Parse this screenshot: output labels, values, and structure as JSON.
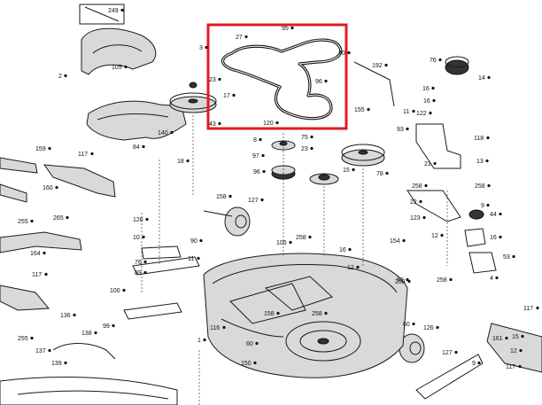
{
  "highlight_color": "#e21b22",
  "callouts": [
    "249",
    "105",
    "2",
    "140",
    "159",
    "117",
    "160",
    "255",
    "265",
    "164",
    "117",
    "255",
    "136",
    "137",
    "139",
    "138",
    "100",
    "99",
    "116",
    "1",
    "3",
    "27",
    "95",
    "40",
    "96",
    "120",
    "23",
    "17",
    "43",
    "8",
    "97",
    "96",
    "75",
    "23",
    "15",
    "78",
    "18",
    "84",
    "158",
    "127",
    "126",
    "10",
    "90",
    "11",
    "76",
    "89",
    "60",
    "150",
    "105",
    "258",
    "16",
    "12",
    "62",
    "158",
    "258",
    "154",
    "192",
    "16",
    "76",
    "14",
    "16",
    "122",
    "155",
    "11",
    "93",
    "118",
    "21",
    "13",
    "258",
    "258",
    "9",
    "22",
    "44",
    "123",
    "12",
    "16",
    "53",
    "4",
    "258",
    "258",
    "60",
    "126",
    "127",
    "9",
    "117",
    "161",
    "117",
    "15",
    "12"
  ]
}
